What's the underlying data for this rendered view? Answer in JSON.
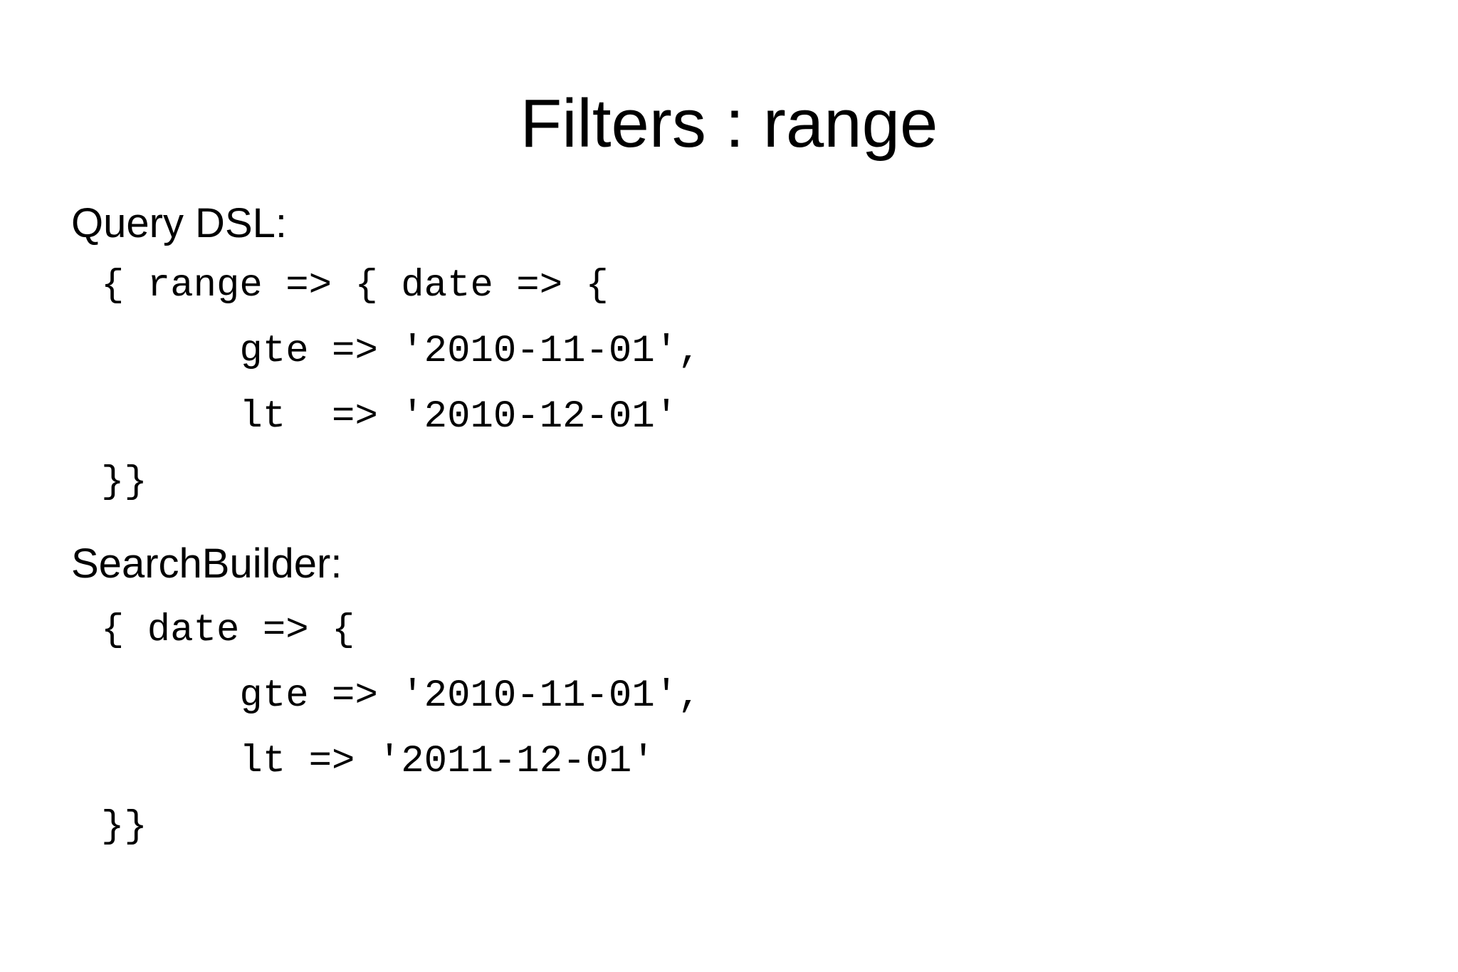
{
  "slide": {
    "title": "Filters : range",
    "colors": {
      "background": "#ffffff",
      "text": "#000000"
    },
    "sections": [
      {
        "heading": "Query DSL:",
        "code": "{ range => { date => {\n      gte => '2010-11-01',\n      lt  => '2010-12-01'\n}}"
      },
      {
        "heading": "SearchBuilder:",
        "code": "{ date => {\n      gte => '2010-11-01',\n      lt => '2011-12-01'\n}}"
      }
    ]
  }
}
